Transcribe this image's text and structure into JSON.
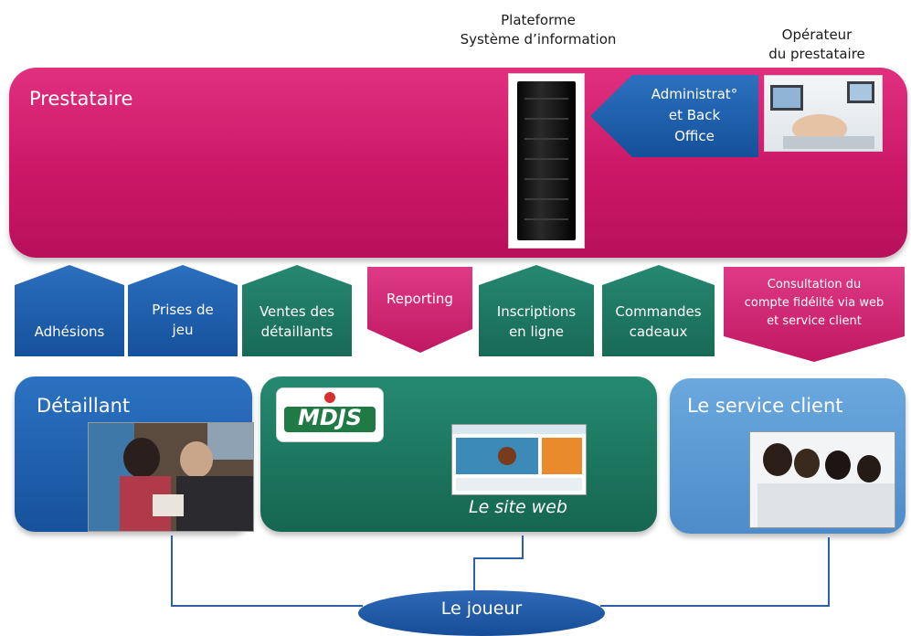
{
  "header": {
    "platform_label": [
      "Plateforme",
      "Système d’information"
    ],
    "operator_label": [
      "Opérateur",
      "du prestataire"
    ]
  },
  "prestataire": {
    "title": "Prestataire",
    "admin_label": [
      "Administrat°",
      "et Back",
      "Office"
    ]
  },
  "flows": [
    {
      "id": "adhesions",
      "lines": [
        "Adhésions"
      ],
      "direction": "up",
      "color": "#1f5fa6"
    },
    {
      "id": "prises",
      "lines": [
        "Prises de",
        "jeu"
      ],
      "direction": "up",
      "color": "#1f5fa6"
    },
    {
      "id": "ventes",
      "lines": [
        "Ventes des",
        "détaillants"
      ],
      "direction": "up",
      "color": "#1f7a63"
    },
    {
      "id": "reporting",
      "lines": [
        "Reporting"
      ],
      "direction": "down",
      "color": "#cd1f6e"
    },
    {
      "id": "inscriptions",
      "lines": [
        "Inscriptions",
        "en ligne"
      ],
      "direction": "up",
      "color": "#1f7a63"
    },
    {
      "id": "commandes",
      "lines": [
        "Commandes",
        "cadeaux"
      ],
      "direction": "up",
      "color": "#1f7a63"
    },
    {
      "id": "consultation",
      "lines": [
        "Consultation  du",
        "compte fidélité via web",
        "et service client"
      ],
      "direction": "down",
      "color": "#cd1f6e"
    }
  ],
  "panels": {
    "detaillant": {
      "title": "Détaillant",
      "color": "#1f5fa6"
    },
    "web": {
      "logo_text": "MDJS",
      "caption": "Le site web",
      "color": "#1f7a63"
    },
    "service": {
      "title": "Le  service client",
      "color": "#5b9ad6"
    }
  },
  "joueur": {
    "label": "Le joueur"
  }
}
